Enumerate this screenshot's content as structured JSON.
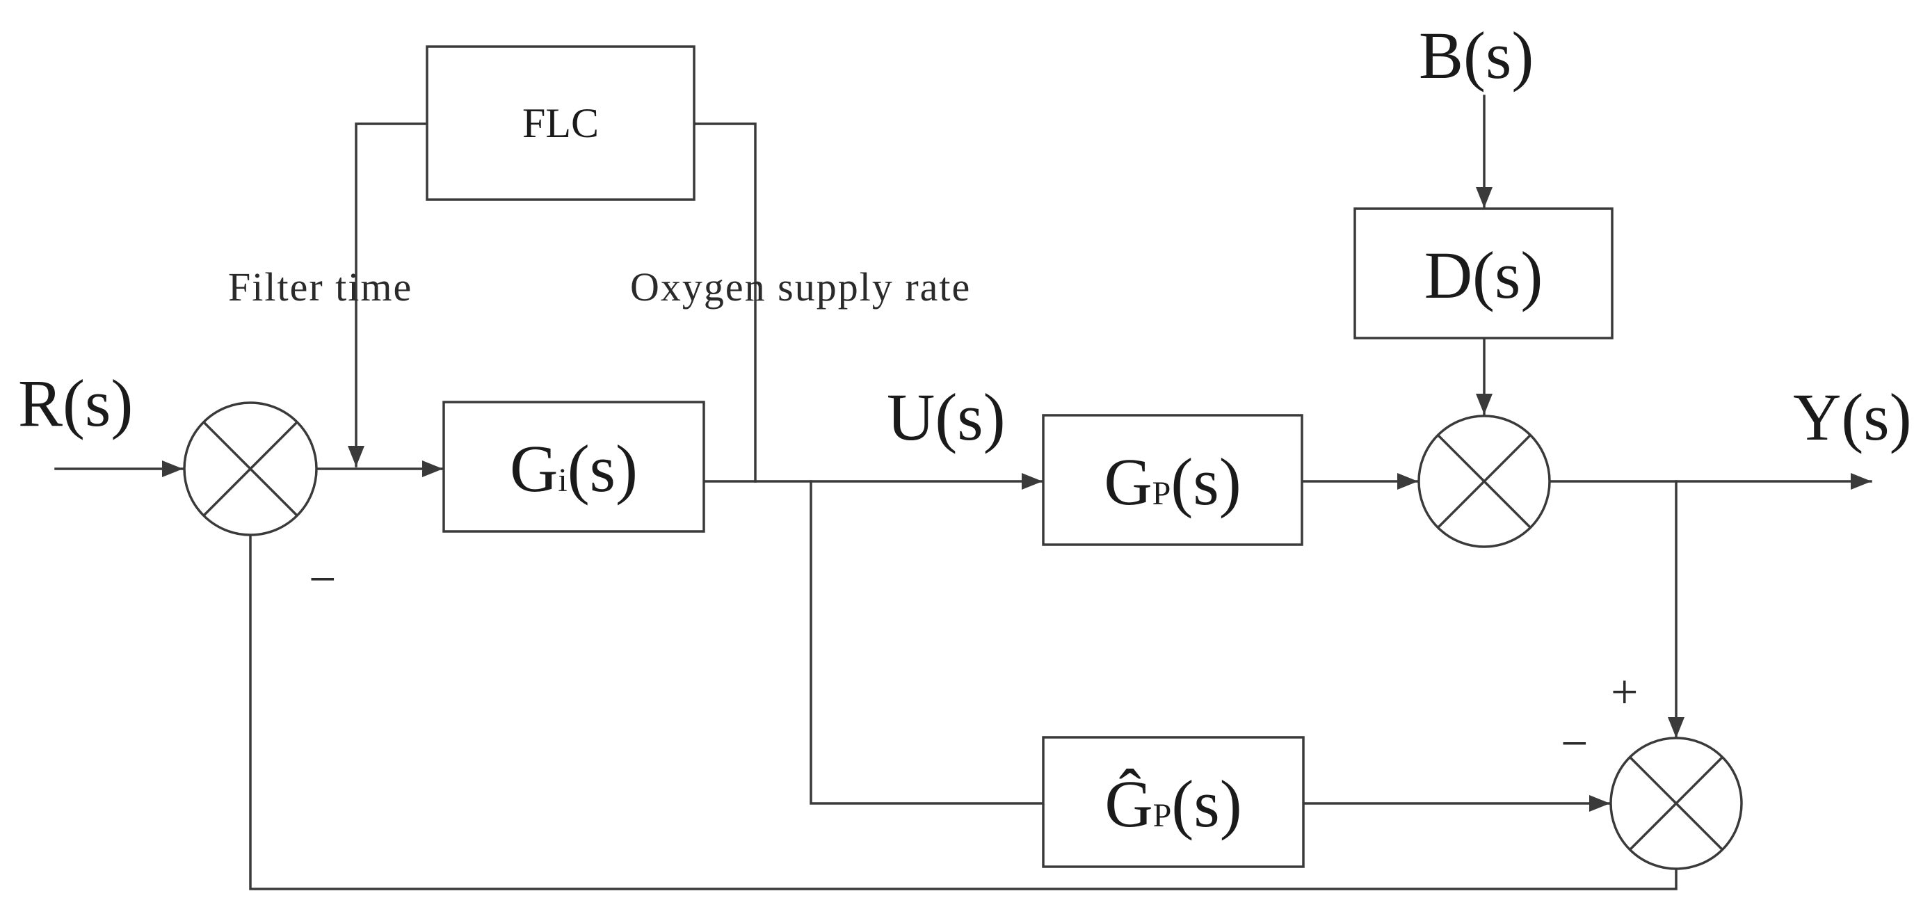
{
  "blocks": {
    "flc": "FLC",
    "gi": {
      "main": "G",
      "sub": "i",
      "arg": "(s)"
    },
    "gp": {
      "main": "G",
      "sub": "P",
      "arg": "(s)"
    },
    "gp_hat": {
      "main": "Ĝ",
      "sub": "P",
      "arg": "(s)"
    },
    "d": "D(s)"
  },
  "signals": {
    "r": "R(s)",
    "u": "U(s)",
    "y": "Y(s)",
    "b": "B(s)"
  },
  "labels": {
    "filter_time": "Filter time",
    "oxygen_rate": "Oxygen supply rate"
  },
  "signs": {
    "sum1_minus": "−",
    "sum3_plus": "+",
    "sum3_minus": "−"
  }
}
